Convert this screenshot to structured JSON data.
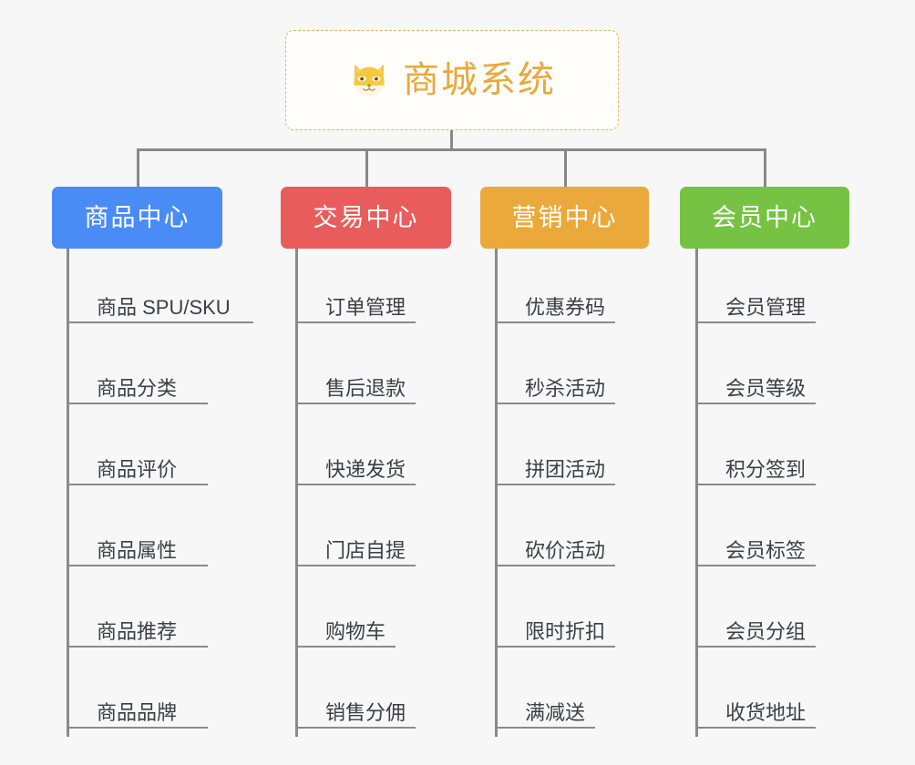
{
  "diagram": {
    "title": "商城系统",
    "type": "mind-map",
    "background_color": "#f7f7f7",
    "connector_color": "#888888"
  },
  "root": {
    "label": "商城系统",
    "icon": "shiba-dog-face-icon",
    "text_color": "#e8a93c",
    "border_color": "#e8b55c",
    "background_color": "#fffefb"
  },
  "branches": [
    {
      "label": "商品中心",
      "color": "#4a8cf5",
      "items": [
        "商品 SPU/SKU",
        "商品分类",
        "商品评价",
        "商品属性",
        "商品推荐",
        "商品品牌"
      ]
    },
    {
      "label": "交易中心",
      "color": "#e85c5c",
      "items": [
        "订单管理",
        "售后退款",
        "快递发货",
        "门店自提",
        "购物车",
        "销售分佣"
      ]
    },
    {
      "label": "营销中心",
      "color": "#eaa93a",
      "items": [
        "优惠券码",
        "秒杀活动",
        "拼团活动",
        "砍价活动",
        "限时折扣",
        "满减送"
      ]
    },
    {
      "label": "会员中心",
      "color": "#76c344",
      "items": [
        "会员管理",
        "会员等级",
        "积分签到",
        "会员标签",
        "会员分组",
        "收货地址"
      ]
    }
  ]
}
